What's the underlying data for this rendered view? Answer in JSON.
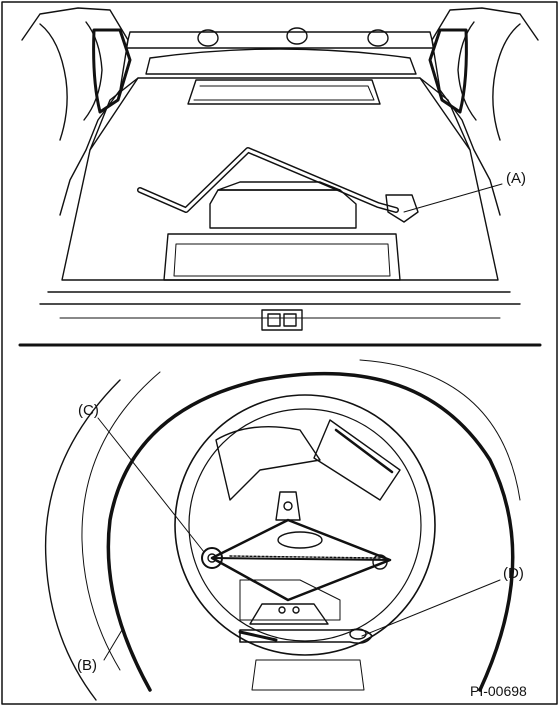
{
  "figure": {
    "code": "PI-00698"
  },
  "callouts": {
    "a": "(A)",
    "b": "(B)",
    "c": "(C)",
    "d": "(D)"
  },
  "colors": {
    "line": "#111111",
    "background": "#ffffff"
  }
}
